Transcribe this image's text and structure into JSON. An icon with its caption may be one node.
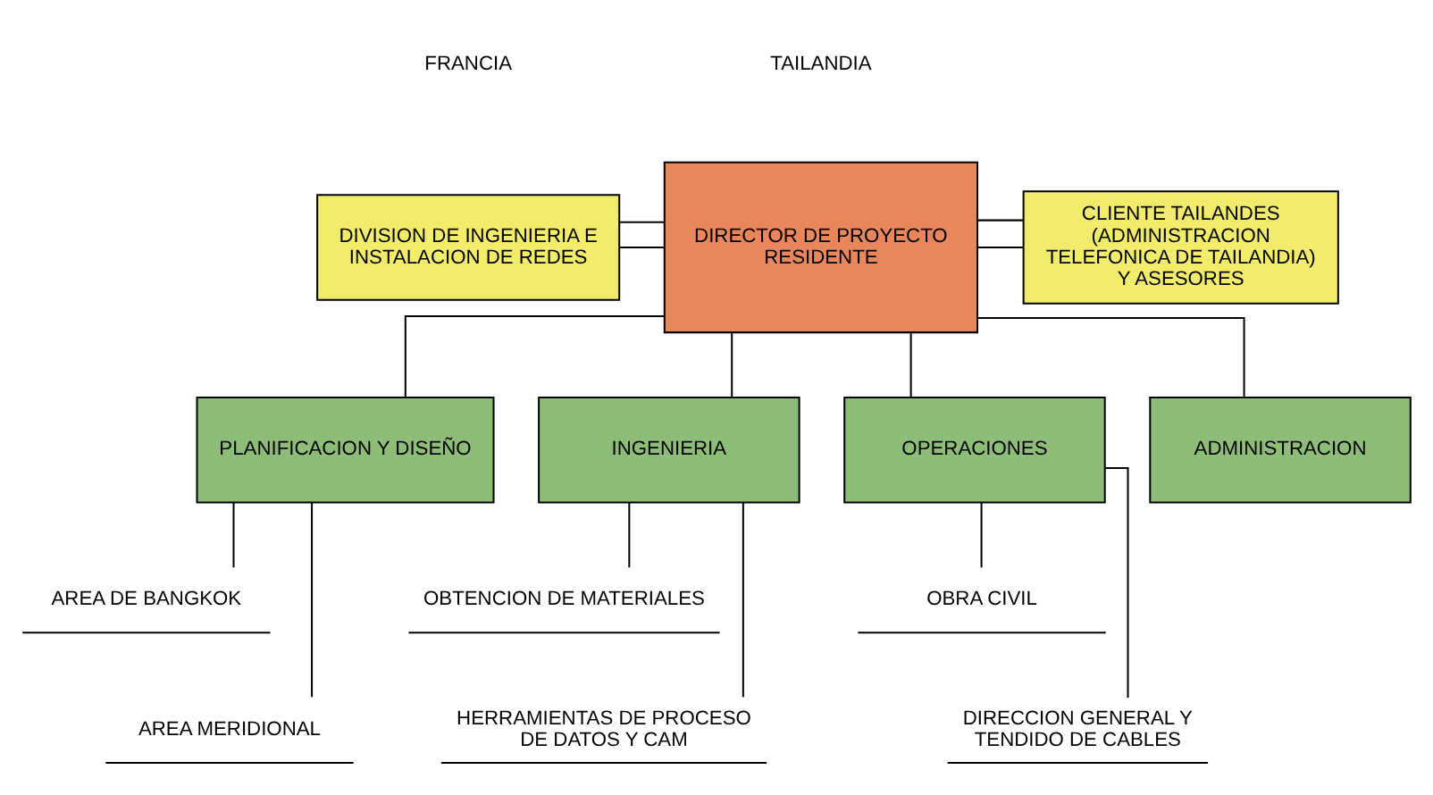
{
  "diagram": {
    "nodes": [
      {
        "text": [
          "DIVISION DE INGENIERIA E INSTALACION DE REDES"
        ]
      },
      {
        "text": [
          "DIRECTOR DE PROYECTO RESIDENTE"
        ]
      },
      {
        "text": [
          "CLIENTE TAILANDES (ADMINISTRACION TELEFONICA DE TAILANDIA) Y ASESORES"
        ]
      },
      {
        "text": [
          "PLANIFICACION Y DISEÑO"
        ]
      },
      {
        "text": [
          "INGENIERIA"
        ]
      },
      {
        "text": [
          "OPERACIONES"
        ]
      },
      {
        "text": [
          "ADMINISTRACION"
        ]
      },
      {
        "text": [
          "AREA DE BANGKOK"
        ]
      },
      {
        "text": [
          "AREA MERIDIONAL"
        ]
      },
      {
        "text": [
          "OBTENCION DE MATERIALES"
        ]
      },
      {
        "text": [
          "HERRAMIENTAS DE PROCESO DE DATOS Y CAM"
        ]
      },
      {
        "text": [
          "OBRA CIVIL"
        ]
      },
      {
        "text": [
          "DIRECCION GENERAL Y TENDIDO DE CABLES"
        ]
      }
    ],
    "edges": [
      {
        "from": 0,
        "to": 1,
        "arrow": "none"
      },
      {
        "from": 0,
        "to": 1,
        "arrow": "none"
      },
      {
        "from": 1,
        "to": 2,
        "arrow": "none"
      },
      {
        "from": 1,
        "to": 2,
        "arrow": "none"
      },
      {
        "from": 1,
        "to": 3,
        "arrow": "none"
      },
      {
        "from": 1,
        "to": 4,
        "arrow": "none"
      },
      {
        "from": 1,
        "to": 5,
        "arrow": "none"
      },
      {
        "from": 1,
        "to": 6,
        "arrow": "none"
      },
      {
        "from": 3,
        "to": 7,
        "arrow": "none"
      },
      {
        "from": 3,
        "to": 8,
        "arrow": "none"
      },
      {
        "from": 4,
        "to": 9,
        "arrow": "none"
      },
      {
        "from": 4,
        "to": 10,
        "arrow": "none"
      },
      {
        "from": 5,
        "to": 11,
        "arrow": "none"
      },
      {
        "from": 5,
        "to": 12,
        "arrow": "none"
      }
    ],
    "labels": [
      "FRANCIA",
      "TAILANDIA"
    ]
  }
}
